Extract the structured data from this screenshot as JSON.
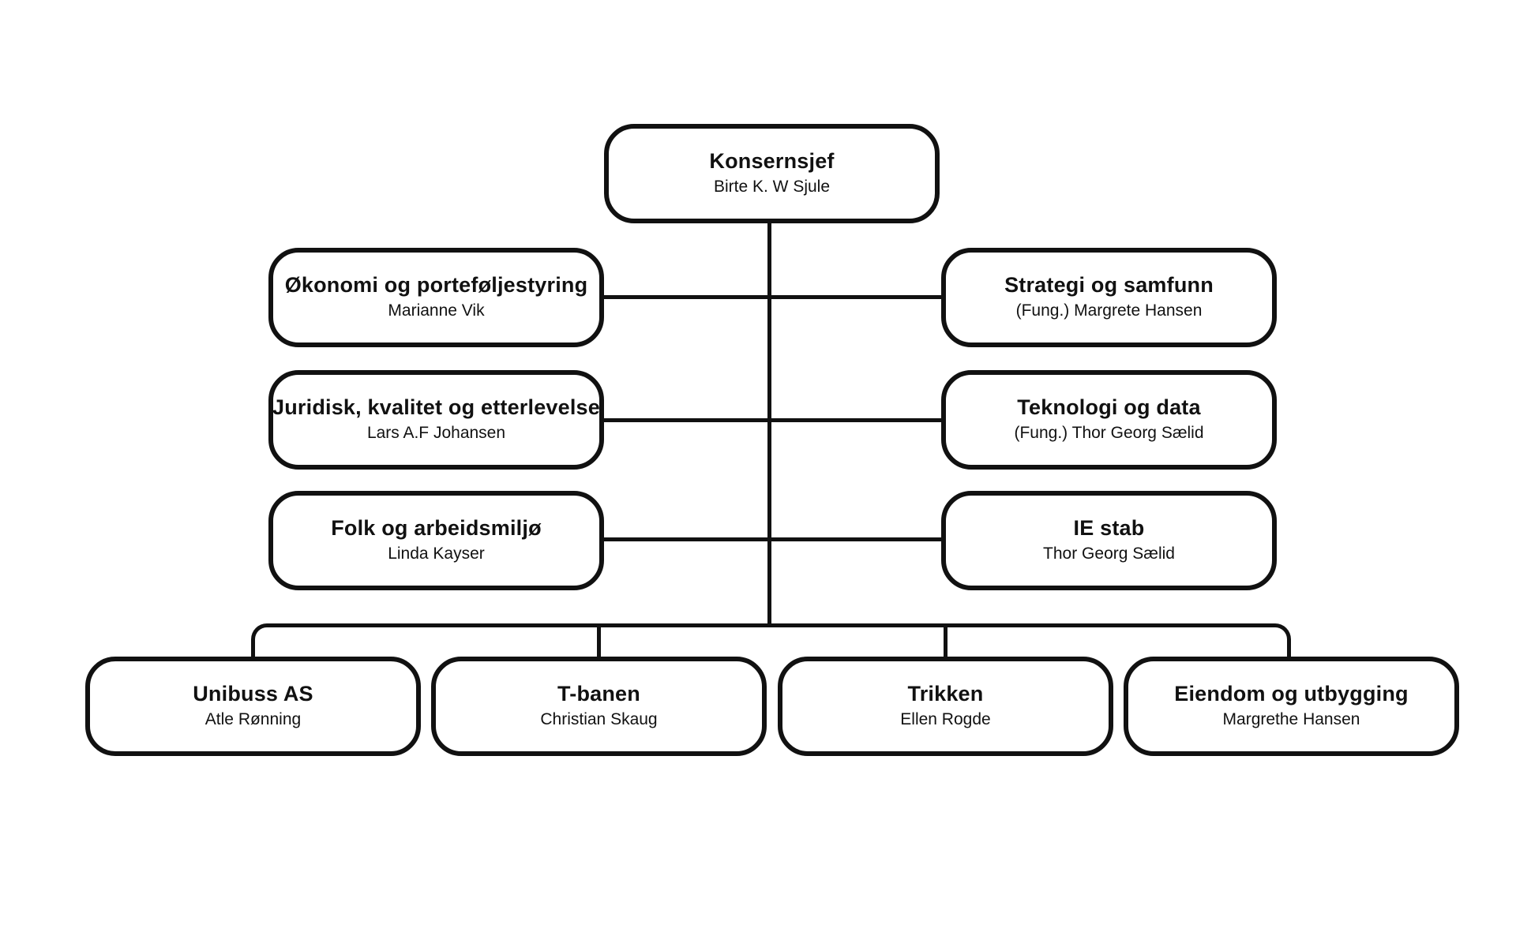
{
  "page": {
    "background_color": "#ffffff",
    "line_color": "#111111",
    "description": "Organisasjonskart"
  },
  "org_chart": {
    "root": {
      "title": "Konsernsjef",
      "subtitle": "Birte K. W Sjule"
    },
    "left_column": [
      {
        "title": "Økonomi og porteføljestyring",
        "subtitle": "Marianne Vik"
      },
      {
        "title": "Juridisk, kvalitet og etterlevelse",
        "subtitle": "Lars A.F Johansen"
      },
      {
        "title": "Folk og arbeidsmiljø",
        "subtitle": "Linda Kayser"
      }
    ],
    "right_column": [
      {
        "title": "Strategi og samfunn",
        "subtitle": "(Fung.) Margrete Hansen"
      },
      {
        "title": "Teknologi og data",
        "subtitle": "(Fung.) Thor Georg Sælid"
      },
      {
        "title": "IE stab",
        "subtitle": "Thor Georg Sælid"
      }
    ],
    "bottom_row": [
      {
        "title": "Unibuss AS",
        "subtitle": "Atle Rønning"
      },
      {
        "title": "T-banen",
        "subtitle": "Christian Skaug"
      },
      {
        "title": "Trikken",
        "subtitle": "Ellen Rogde"
      },
      {
        "title": "Eiendom og utbygging",
        "subtitle": "Margrethe Hansen"
      }
    ]
  }
}
